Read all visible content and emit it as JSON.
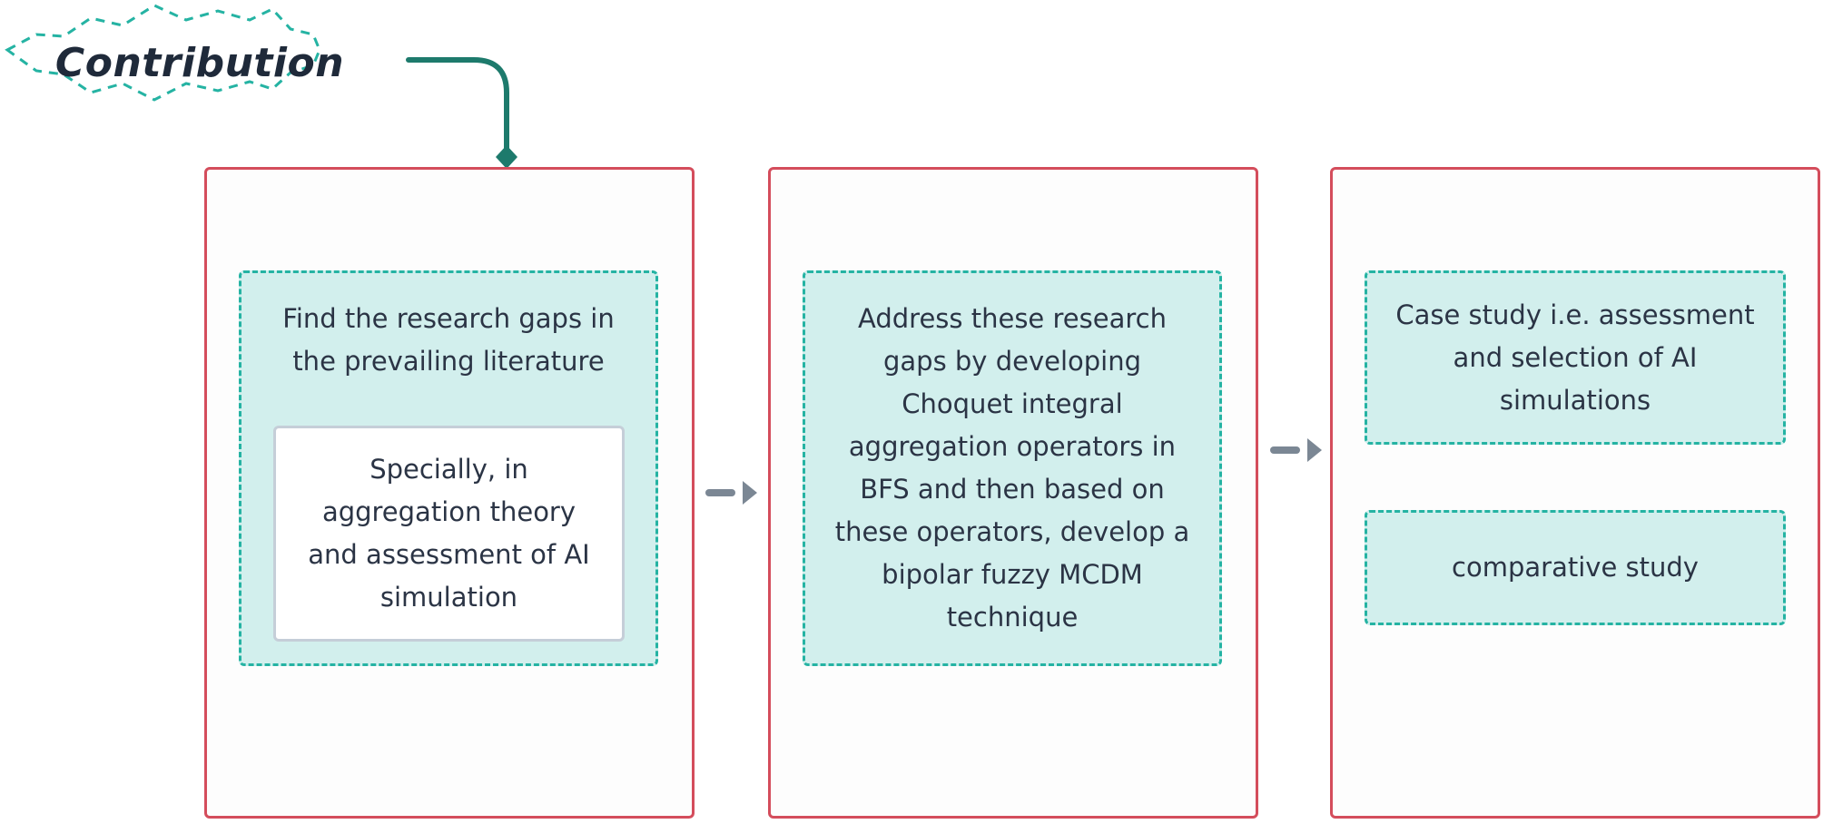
{
  "title": "Contribution",
  "colors": {
    "panel_border": "#d44d5c",
    "teal_fill": "#d2efed",
    "teal_border": "#25b3a3",
    "connector": "#1d7a6c",
    "arrow": "#7b8794",
    "text": "#2b3445"
  },
  "panels": [
    {
      "main_text": "Find the research gaps in\nthe prevailing literature",
      "sub_text": "Specially, in\naggregation theory\nand assessment of AI\nsimulation"
    },
    {
      "main_text": "Address these research\ngaps by developing\nChoquet integral\naggregation operators in\nBFS and then based on\nthese operators, develop a\nbipolar fuzzy MCDM\ntechnique"
    },
    {
      "main_text": "Case study i.e. assessment\nand selection of AI\nsimulations",
      "second_text": "comparative study"
    }
  ]
}
